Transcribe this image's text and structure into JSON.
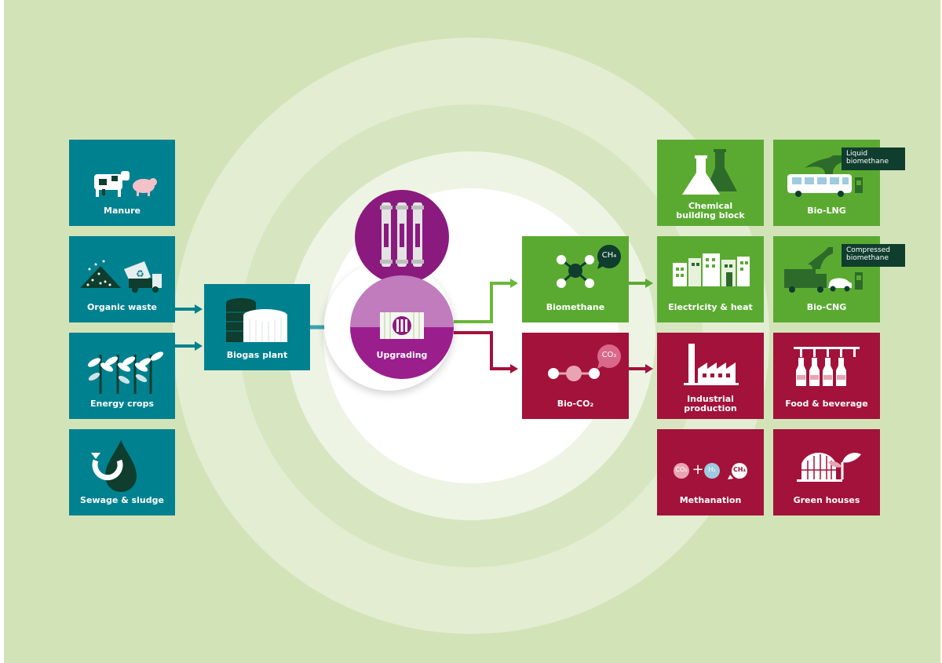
{
  "colors": {
    "background": "#d3e3b8",
    "teal": "#00818f",
    "light_green": "#5aaa32",
    "wine": "#a2123a",
    "magenta": "#8b1a7f",
    "label_dark": "#0f3d2e"
  },
  "sources": [
    {
      "label": "Manure",
      "icon": "cow-pig-icon"
    },
    {
      "label": "Organic waste",
      "icon": "waste-truck-icon"
    },
    {
      "label": "Energy crops",
      "icon": "crops-icon"
    },
    {
      "label": "Sewage & sludge",
      "icon": "water-drop-icon"
    }
  ],
  "biogas_plant": {
    "label": "Biogas plant",
    "icon": "digester-tanks-icon"
  },
  "upgrading": {
    "label": "Upgrading",
    "icon": "membrane-modules-icon"
  },
  "products": [
    {
      "label": "Biomethane",
      "formula": "CH₄",
      "icon": "methane-molecule-icon"
    },
    {
      "label": "Bio-CO₂",
      "formula": "CO₂",
      "icon": "co2-molecule-icon"
    }
  ],
  "applications": {
    "chemical": {
      "label": "Chemical\nbuilding block",
      "icon": "flask-icon"
    },
    "bio_lng": {
      "label": "Bio-LNG",
      "callout": "Liquid\nbiomethane",
      "icon": "bus-icon"
    },
    "electricity": {
      "label": "Electricity & heat",
      "icon": "city-icon"
    },
    "bio_cng": {
      "label": "Bio-CNG",
      "callout": "Compressed\nbiomethane",
      "icon": "truck-car-icon"
    },
    "industrial": {
      "label": "Industrial\nproduction",
      "icon": "factory-icon"
    },
    "food": {
      "label": "Food & beverage",
      "icon": "bottles-icon"
    },
    "methanation": {
      "label": "Methanation",
      "icon": "methanation-icon",
      "co2": "CO₂",
      "h2": "H₂",
      "ch4": "CH₄",
      "plus": "+"
    },
    "greenhouses": {
      "label": "Green houses",
      "icon": "greenhouse-icon"
    }
  }
}
